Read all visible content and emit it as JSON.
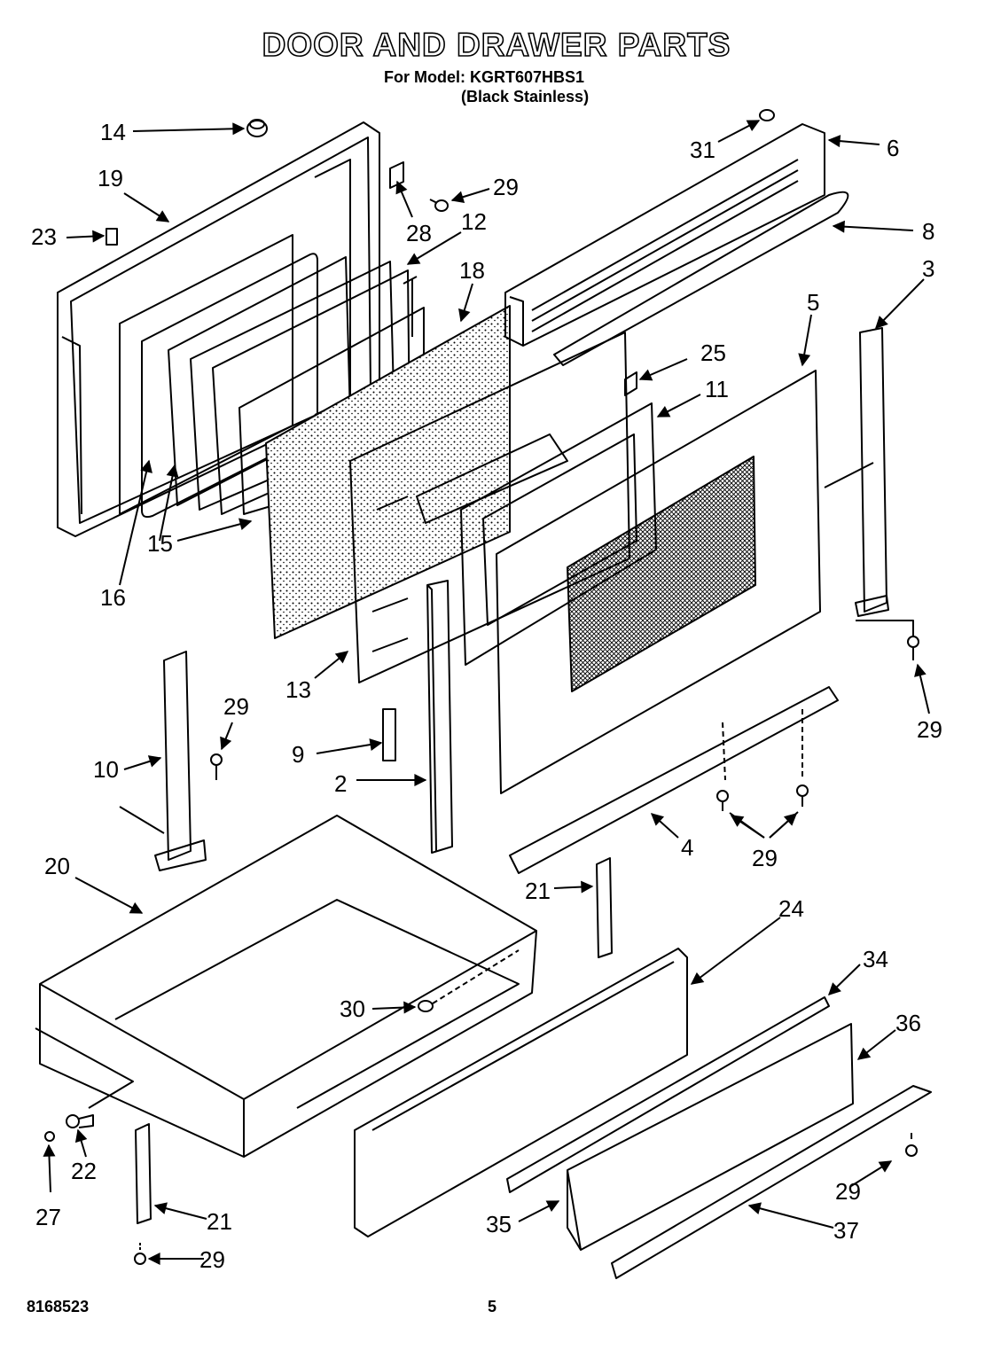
{
  "header": {
    "title": "DOOR AND DRAWER PARTS",
    "model_line": "For Model: KGRT607HBS1",
    "variant_line": "(Black Stainless)"
  },
  "footer": {
    "document_number": "8168523",
    "page_number": "5"
  },
  "callouts": [
    {
      "id": "c14",
      "text": "14"
    },
    {
      "id": "c19",
      "text": "19"
    },
    {
      "id": "c23",
      "text": "23"
    },
    {
      "id": "c29a",
      "text": "29"
    },
    {
      "id": "c28",
      "text": "28"
    },
    {
      "id": "c12",
      "text": "12"
    },
    {
      "id": "c31",
      "text": "31"
    },
    {
      "id": "c6",
      "text": "6"
    },
    {
      "id": "c8",
      "text": "8"
    },
    {
      "id": "c3",
      "text": "3"
    },
    {
      "id": "c18",
      "text": "18"
    },
    {
      "id": "c5",
      "text": "5"
    },
    {
      "id": "c25",
      "text": "25"
    },
    {
      "id": "c11",
      "text": "11"
    },
    {
      "id": "c16",
      "text": "16"
    },
    {
      "id": "c15",
      "text": "15"
    },
    {
      "id": "c13",
      "text": "13"
    },
    {
      "id": "c29b",
      "text": "29"
    },
    {
      "id": "c10",
      "text": "10"
    },
    {
      "id": "c9",
      "text": "9"
    },
    {
      "id": "c2",
      "text": "2"
    },
    {
      "id": "c29c",
      "text": "29"
    },
    {
      "id": "c4",
      "text": "4"
    },
    {
      "id": "c29d",
      "text": "29"
    },
    {
      "id": "c20",
      "text": "20"
    },
    {
      "id": "c21a",
      "text": "21"
    },
    {
      "id": "c24",
      "text": "24"
    },
    {
      "id": "c34",
      "text": "34"
    },
    {
      "id": "c30",
      "text": "30"
    },
    {
      "id": "c36",
      "text": "36"
    },
    {
      "id": "c22",
      "text": "22"
    },
    {
      "id": "c27",
      "text": "27"
    },
    {
      "id": "c21b",
      "text": "21"
    },
    {
      "id": "c29e",
      "text": "29"
    },
    {
      "id": "c35",
      "text": "35"
    },
    {
      "id": "c37",
      "text": "37"
    },
    {
      "id": "c29f",
      "text": "29"
    }
  ]
}
